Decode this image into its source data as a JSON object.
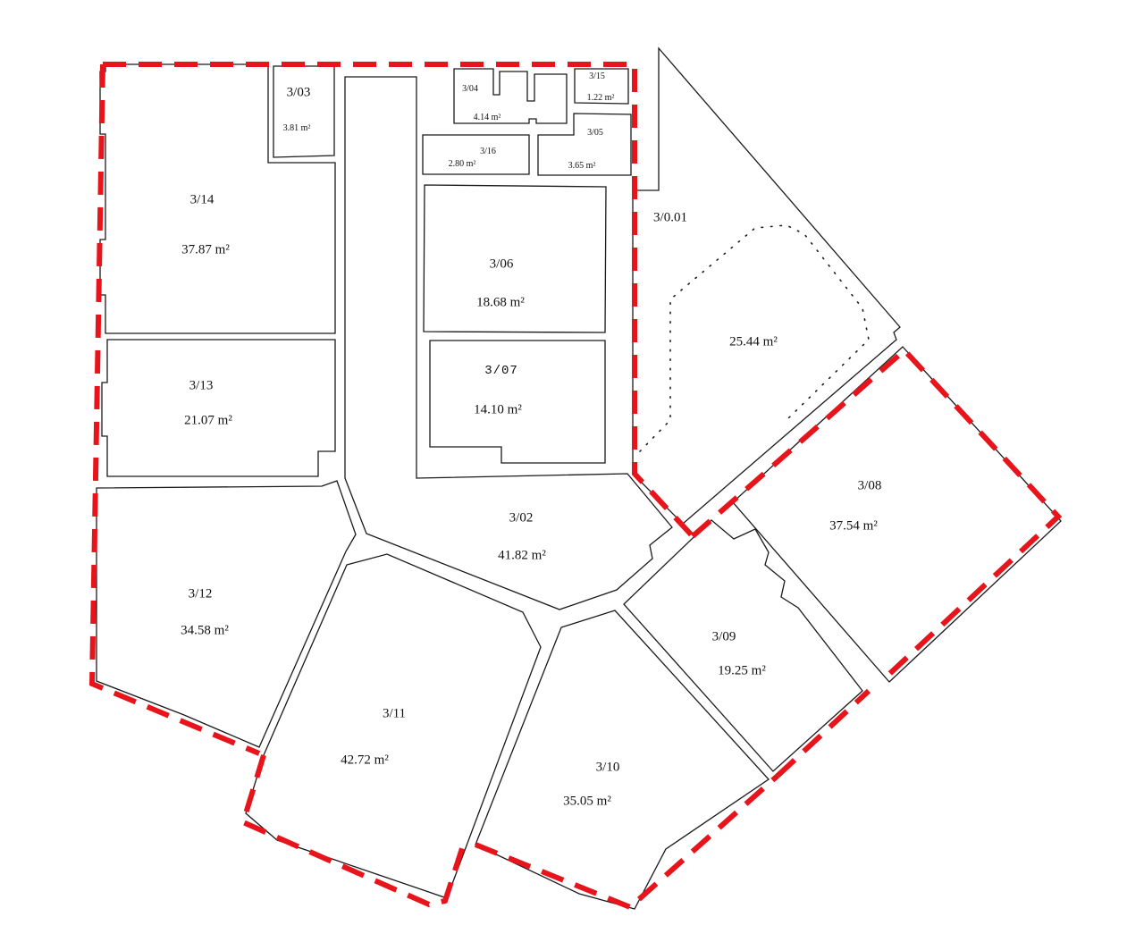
{
  "diagram": {
    "type": "floor-plan",
    "boundary_color": "#e8141b",
    "wall_color": "#1a1a1a",
    "rooms": [
      {
        "id": "3/03",
        "area": "3.81 m²"
      },
      {
        "id": "3/04",
        "area": "4.14 m²"
      },
      {
        "id": "3/15",
        "area": "1.22 m²"
      },
      {
        "id": "3/16",
        "area": "2.80 m²"
      },
      {
        "id": "3/05",
        "area": "3.65 m²"
      },
      {
        "id": "3/14",
        "area": "37.87 m²"
      },
      {
        "id": "3/06",
        "area": "18.68 m²"
      },
      {
        "id": "3/07",
        "area": "14.10 m²"
      },
      {
        "id": "3/13",
        "area": "21.07 m²"
      },
      {
        "id": "3/0.01",
        "area": "25.44 m²"
      },
      {
        "id": "3/02",
        "area": "41.82 m²"
      },
      {
        "id": "3/08",
        "area": "37.54 m²"
      },
      {
        "id": "3/12",
        "area": "34.58 m²"
      },
      {
        "id": "3/09",
        "area": "19.25 m²"
      },
      {
        "id": "3/11",
        "area": "42.72 m²"
      },
      {
        "id": "3/10",
        "area": "35.05 m²"
      }
    ]
  }
}
